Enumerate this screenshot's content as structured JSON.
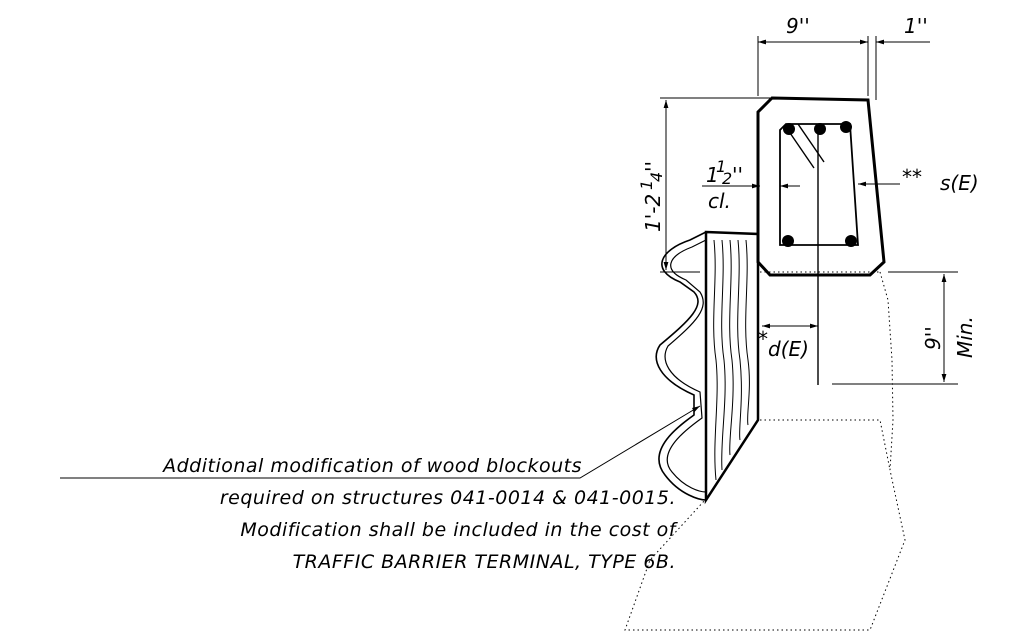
{
  "dimensions": {
    "top_width": "9''",
    "top_offset": "1''",
    "height": "1'-2",
    "height_frac": "1",
    "height_frac2": "4",
    "height_tail": "''",
    "cover_whole": "1",
    "cover_num": "1",
    "cover_den": "2",
    "cover_tail": "''",
    "cover_label": "cl.",
    "spacing_mark": "**",
    "spacing_label": "s(E)",
    "depth_mark": "*",
    "depth_label": "d(E)",
    "embed": "9''",
    "embed_min": "Min."
  },
  "note": {
    "line1": "Additional modification of wood blockouts",
    "line2": "required on structures 041-0014 & 041-0015.",
    "line3": "Modification shall be included in the cost of",
    "line4": "TRAFFIC BARRIER TERMINAL, TYPE 6B."
  }
}
